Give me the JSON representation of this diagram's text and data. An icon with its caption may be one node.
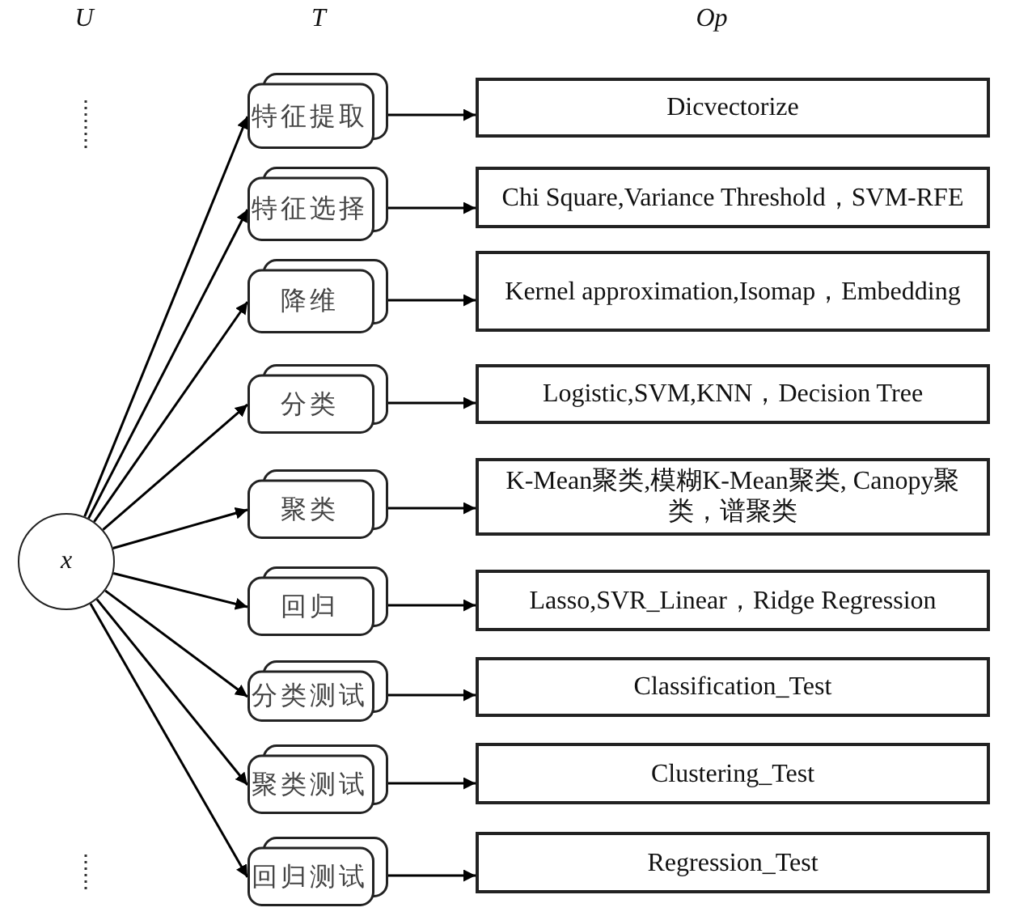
{
  "diagram": {
    "nodes": [
      {
        "text": [
          "x"
        ]
      },
      {
        "text": [
          "特征提取"
        ]
      },
      {
        "text": [
          "特征选择"
        ]
      },
      {
        "text": [
          "降维"
        ]
      },
      {
        "text": [
          "分类"
        ]
      },
      {
        "text": [
          "聚类"
        ]
      },
      {
        "text": [
          "回归"
        ]
      },
      {
        "text": [
          "分类测试"
        ]
      },
      {
        "text": [
          "聚类测试"
        ]
      },
      {
        "text": [
          "回归测试"
        ]
      },
      {
        "text": [
          "Dicvectorize"
        ]
      },
      {
        "text": [
          "Chi Square,Variance Threshold，SVM-RFE"
        ]
      },
      {
        "text": [
          "Kernel approximation,Isomap，Embedding"
        ]
      },
      {
        "text": [
          "Logistic,SVM,KNN，Decision Tree"
        ]
      },
      {
        "text": [
          "K-Mean聚类,模糊K-Mean聚类, Canopy聚类，谱聚类"
        ]
      },
      {
        "text": [
          "Lasso,SVR_Linear，Ridge Regression"
        ]
      },
      {
        "text": [
          "Classification_Test"
        ]
      },
      {
        "text": [
          "Clustering_Test"
        ]
      },
      {
        "text": [
          "Regression_Test"
        ]
      }
    ],
    "edges": [
      {
        "from": 0,
        "to": 1,
        "arrow": "to"
      },
      {
        "from": 0,
        "to": 2,
        "arrow": "to"
      },
      {
        "from": 0,
        "to": 3,
        "arrow": "to"
      },
      {
        "from": 0,
        "to": 4,
        "arrow": "to"
      },
      {
        "from": 0,
        "to": 5,
        "arrow": "to"
      },
      {
        "from": 0,
        "to": 6,
        "arrow": "to"
      },
      {
        "from": 0,
        "to": 7,
        "arrow": "to"
      },
      {
        "from": 0,
        "to": 8,
        "arrow": "to"
      },
      {
        "from": 0,
        "to": 9,
        "arrow": "to"
      },
      {
        "from": 1,
        "to": 10,
        "arrow": "to"
      },
      {
        "from": 2,
        "to": 11,
        "arrow": "to"
      },
      {
        "from": 3,
        "to": 12,
        "arrow": "to"
      },
      {
        "from": 4,
        "to": 13,
        "arrow": "to"
      },
      {
        "from": 5,
        "to": 14,
        "arrow": "to"
      },
      {
        "from": 6,
        "to": 15,
        "arrow": "to"
      },
      {
        "from": 7,
        "to": 16,
        "arrow": "to"
      },
      {
        "from": 8,
        "to": 17,
        "arrow": "to"
      },
      {
        "from": 9,
        "to": 18,
        "arrow": "to"
      }
    ],
    "labels": [
      "U",
      "T",
      "Op"
    ]
  }
}
